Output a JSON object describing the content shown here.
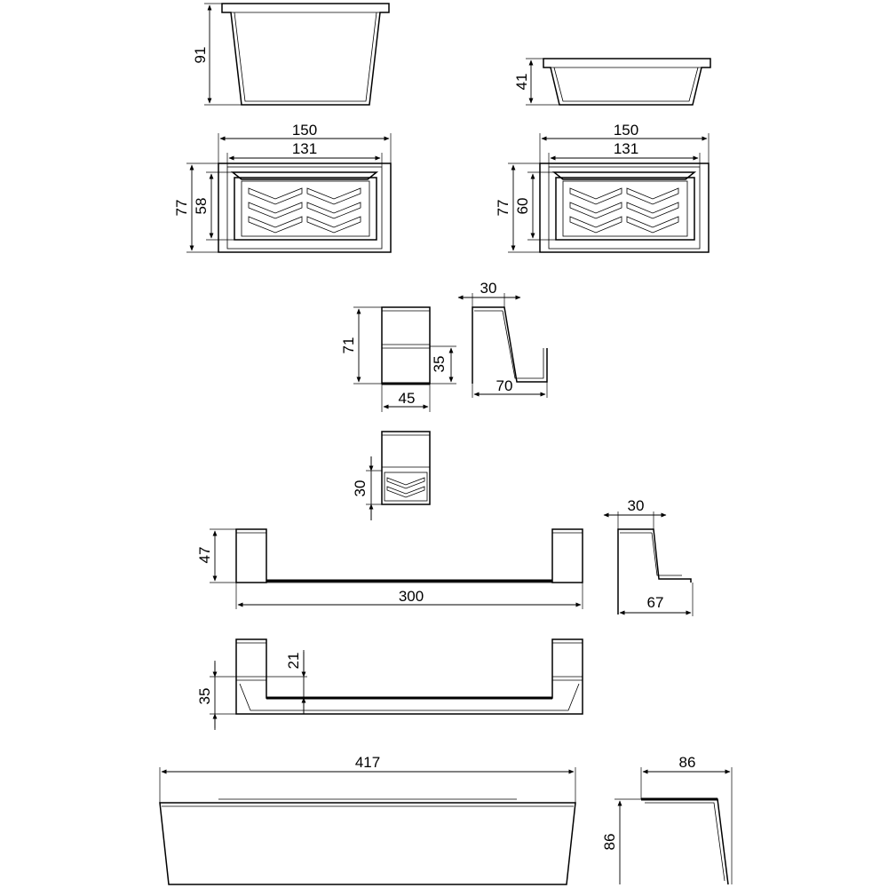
{
  "dimensions": {
    "basket_large_height": "91",
    "basket_small_height": "41",
    "basket_large_outer_width": "150",
    "basket_large_inner_width": "131",
    "basket_large_outer_depth": "77",
    "basket_large_inner_depth": "58",
    "basket_small_outer_width": "150",
    "basket_small_inner_width": "131",
    "basket_small_outer_depth": "77",
    "basket_small_inner_depth": "60",
    "hook_height": "71",
    "hook_lower_height": "35",
    "hook_width": "45",
    "hook_side_top": "30",
    "hook_side_depth": "70",
    "mount_height": "30",
    "rail_height": "47",
    "rail_length": "300",
    "rail_side_top": "30",
    "rail_side_depth": "67",
    "rail2_offset": "21",
    "rail2_height": "35",
    "shelf_length": "417",
    "shelf_side_width": "86",
    "shelf_height": "86"
  }
}
